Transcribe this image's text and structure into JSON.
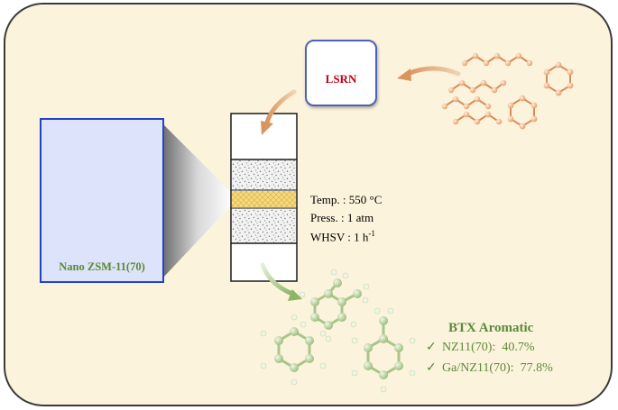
{
  "feedstock": {
    "label": "LSRN"
  },
  "catalyst": {
    "label": "Nano ZSM-11(70)"
  },
  "conditions": [
    {
      "label": "Temp. :",
      "value": "550 °C"
    },
    {
      "label": "Press. :",
      "value": "1 atm"
    },
    {
      "label": "WHSV :",
      "value": "1 h",
      "sup": "-1"
    }
  ],
  "product": {
    "title": "BTX Aromatic",
    "results": [
      {
        "catalyst": "NZ11(70):",
        "value": "40.7%"
      },
      {
        "catalyst": "Ga/NZ11(70):",
        "value": "77.8%"
      }
    ]
  },
  "colors": {
    "background": "#fcf3dc",
    "feed_molecules": "#e8a070",
    "product_molecules": "#b7cf9a",
    "product_text": "#5c8a3a",
    "catalyst_bed": "#f3d97a",
    "border_blue": "#2442c8",
    "label_red": "#c0001a"
  }
}
